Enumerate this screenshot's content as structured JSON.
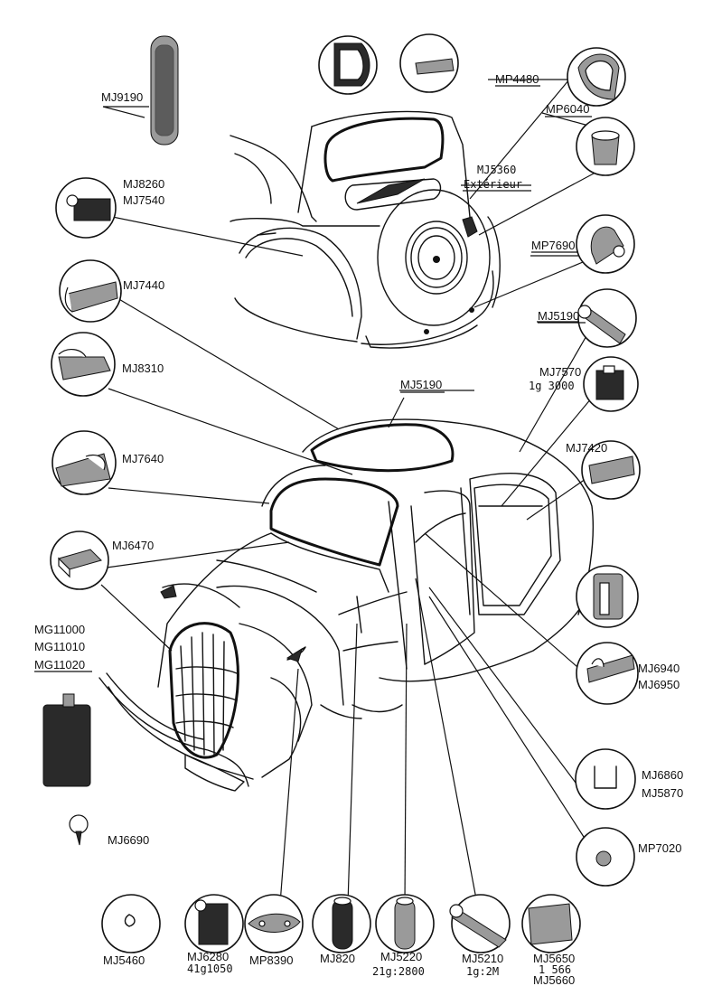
{
  "labels": {
    "mj9190": "MJ9190",
    "mj8260": "MJ8260",
    "mj7540": "MJ7540",
    "mj7440": "MJ7440",
    "mj8310": "MJ8310",
    "mj7640": "MJ7640",
    "mj6470": "MJ6470",
    "mg11000": "MG11000",
    "mg11010": "MG11010",
    "mg11020": "MG11020",
    "mj6690": "MJ6690",
    "mp4480": "MP4480",
    "mp6040": "MP6040",
    "mj5360": "MJ5360",
    "exterieur": "Extérieur",
    "mp7690": "MP7690",
    "mj5190_right": "MJ5190",
    "mj7570": "MJ7570",
    "mj7570_len": "1g 3000",
    "mj5190_roof": "MJ5190",
    "mj7420": "MJ7420",
    "mj6940": "MJ6940",
    "mj6950": "MJ6950",
    "mj6860": "MJ6860",
    "mj5870": "MJ5870",
    "mp7020": "MP7020",
    "mj5460": "MJ5460",
    "mj6280": "MJ6280",
    "mj6280_len": "41g1050",
    "mp8390": "MP8390",
    "mj820": "MJ820",
    "mj5220": "MJ5220",
    "mj5220_len": "21g:2800",
    "mj5210": "MJ5210",
    "mj5210_len": "1g:2M",
    "mj5650": "MJ5650",
    "mj5650_len": "1 566",
    "mj5660": "MJ5660"
  }
}
